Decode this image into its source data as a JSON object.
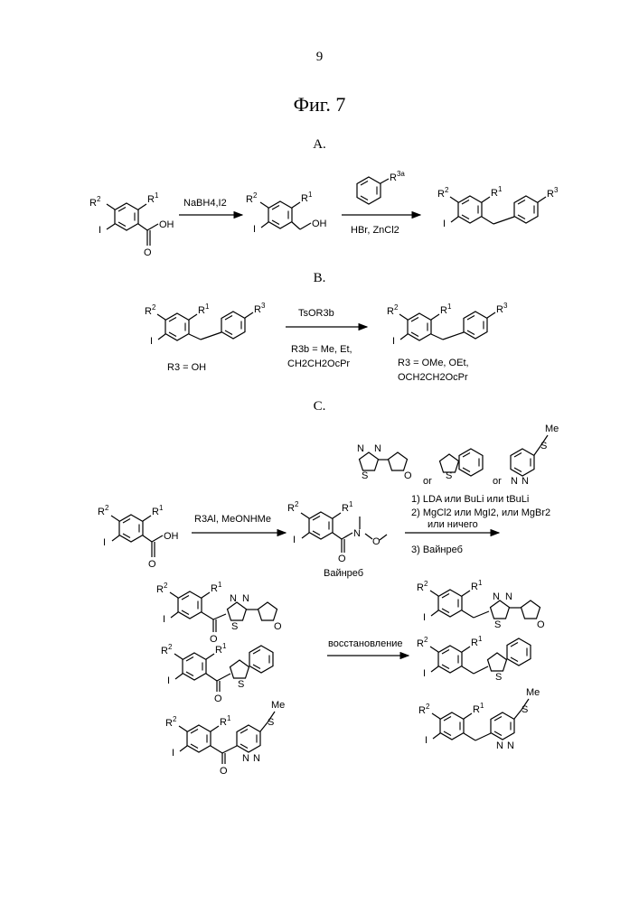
{
  "page_number": "9",
  "figure_title": "Фиг. 7",
  "sections": {
    "a": "A.",
    "b": "B.",
    "c": "C."
  },
  "atoms": {
    "R1": "R",
    "R2": "R",
    "R3": "R",
    "R3a": "R",
    "I": "I",
    "O": "O",
    "OH": "OH",
    "S": "S",
    "N": "N",
    "Me": "Me"
  },
  "scheme_a": {
    "reagent1": "NaBH4,I2",
    "reagent2": "HBr, ZnCl2"
  },
  "scheme_b": {
    "reagent": "TsOR3b",
    "cond1": "R3b = Me, Et,",
    "cond2": "CH2CH2OcPr",
    "sm_label": "R3 = OH",
    "prod_label1": "R3 = OMe, OEt,",
    "prod_label2": "OCH2CH2OcPr"
  },
  "scheme_c": {
    "reagent1": "R3Al, MeONHMe",
    "weinreb_label": "Вайнреб",
    "or1": "or",
    "or2": "or",
    "step1": "1)  LDA или BuLi или tBuLi",
    "step2": "2)  MgCl2 или MgI2, или MgBr2",
    "step2b": "или ничего",
    "step3": "3)  Вайнреб",
    "reduction": "восстановление"
  }
}
